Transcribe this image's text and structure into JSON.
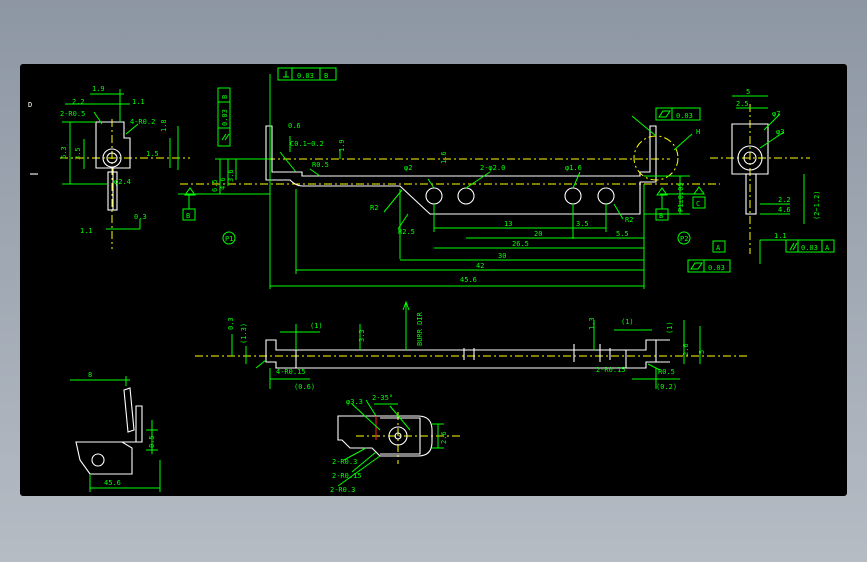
{
  "window": {
    "title": "",
    "background_color": "#000000",
    "line_color": "#00ff00",
    "outline_color": "#ffffff",
    "center_line_color": "#ffff00"
  },
  "labels": {
    "side_marker_d": "D",
    "left_view": {
      "top_19": "1.9",
      "top_22": "2.2",
      "top_11": "1.1",
      "r05": "2-R0.5",
      "r02": "4-R0.2",
      "h63": "6.3",
      "h35": "3.5",
      "h15": "1.5",
      "h18": "1.8",
      "dia24": "φ2.4",
      "d11": "1.1",
      "d03": "0.3"
    },
    "main_view": {
      "perp_tol": "0.03",
      "perp_datum": "B",
      "par_tol": "0.03",
      "par_datum": "B",
      "d06": "0.6",
      "c01": "C0.1~0.2",
      "d19": "1.9",
      "r05": "R0.5",
      "h65": "6.5",
      "h46": "4.6",
      "h36": "3.6",
      "dia2": "φ2",
      "d16": "1.6",
      "two_dia2": "2-φ2.0",
      "dia16": "φ1.6",
      "flat_tol": "0.03",
      "h_label": "H",
      "r2_left": "R2",
      "r25": "R2.5",
      "r2_right": "R2",
      "datum_b_left": "B",
      "datum_b_right": "B",
      "p1": "P1",
      "p2": "P2",
      "p1_tol": "P1±0.05",
      "l13": "13",
      "l35": "3.5",
      "l20": "20",
      "l55": "5.5",
      "l265": "26.5",
      "l30": "30",
      "l42": "42",
      "l456": "45.6"
    },
    "right_view": {
      "w5": "5",
      "w25": "2.5",
      "dia7": "φ7",
      "dia3": "φ3",
      "d22": "2.2",
      "d46": "4.6",
      "d2": "(2~1.2)",
      "d11": "1.1",
      "datum_c": "C",
      "datum_a": "A",
      "par_tol": "0.03",
      "par_datum": "A",
      "flat_tol": "0.03"
    },
    "bottom_view": {
      "d03": "0.3",
      "d13p": "(1.3)",
      "d1_left": "(1)",
      "d33": "3.3",
      "burr": "BURR DIR",
      "d13": "1.3",
      "d1_right": "(1)",
      "d1_side": "(1)",
      "d26": "2.6",
      "d5": "5",
      "r015_left": "4-R0.15",
      "d06": "(0.6)",
      "r015_right": "2-R0.15",
      "r05": "R0.5",
      "d02": "(0.2)"
    },
    "detail_left": {
      "d8": "8",
      "d05": "0.5",
      "d456": "45.6"
    },
    "detail_bottom": {
      "dia33": "φ3.3",
      "angle": "2-35°",
      "d26": "2.6",
      "r03a": "2-R0.3",
      "r015": "2-R0.15",
      "r03b": "2-R0.3"
    }
  }
}
